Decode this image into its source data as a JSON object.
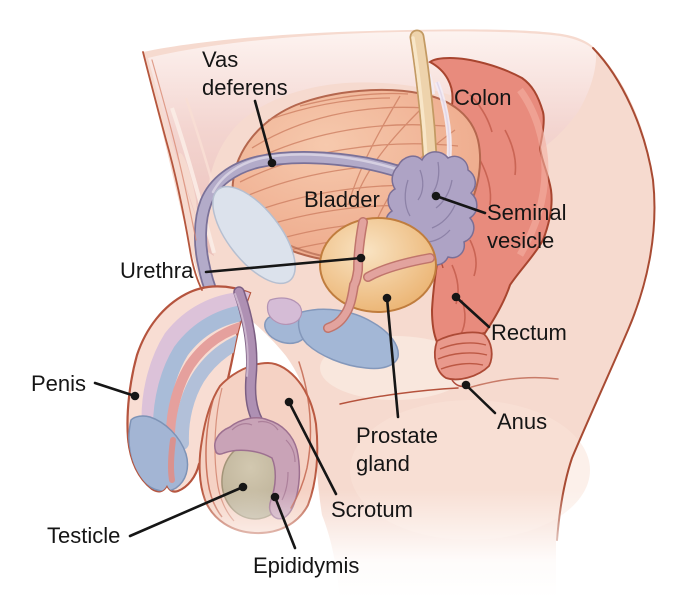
{
  "labels": {
    "vas_deferens": {
      "lines": [
        "Vas",
        "deferens"
      ]
    },
    "colon": {
      "text": "Colon"
    },
    "bladder": {
      "text": "Bladder"
    },
    "seminal_vesicle": {
      "lines": [
        "Seminal",
        "vesicle"
      ]
    },
    "urethra": {
      "text": "Urethra"
    },
    "rectum": {
      "text": "Rectum"
    },
    "penis": {
      "text": "Penis"
    },
    "prostate_gland": {
      "lines": [
        "Prostate",
        "gland"
      ]
    },
    "anus": {
      "text": "Anus"
    },
    "scrotum": {
      "text": "Scrotum"
    },
    "testicle": {
      "text": "Testicle"
    },
    "epididymis": {
      "text": "Epididymis"
    }
  },
  "palette": {
    "background": "#ffffff",
    "skin": "#f6dacf",
    "skin_outline": "#a84b33",
    "cavity_pink": "#ecc5bf",
    "bladder": "#eead92",
    "bladder_fiber": "#cc7c5f",
    "colon": "#e88b7d",
    "colon_outline": "#a8452f",
    "vas_deferens": "#b3abc9",
    "seminal_vesicle": "#aea3c5",
    "prostate": "#edb575",
    "urethra_pink": "#e5a09d",
    "pubic_bone": "#dce2ec",
    "penis_blue": "#a9bcd8",
    "penis_lavender": "#dcc2d9",
    "testicle": "#c3b89f",
    "epididymis": "#c9a3b7",
    "ureter_tube": "#eed3ac",
    "label_text": "#151515",
    "leader_line": "#161616"
  }
}
